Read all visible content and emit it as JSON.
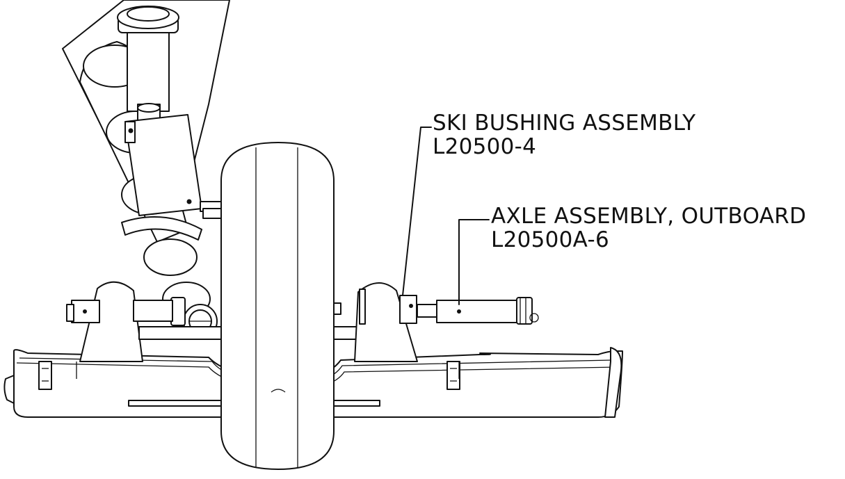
{
  "callouts": [
    {
      "name": "SKI BUSHING ASSEMBLY",
      "part_number": "L20500-4"
    },
    {
      "name": "AXLE ASSEMBLY, OUTBOARD",
      "part_number": "L20500A-6"
    }
  ],
  "colors": {
    "line": "#111111",
    "background": "#ffffff"
  }
}
